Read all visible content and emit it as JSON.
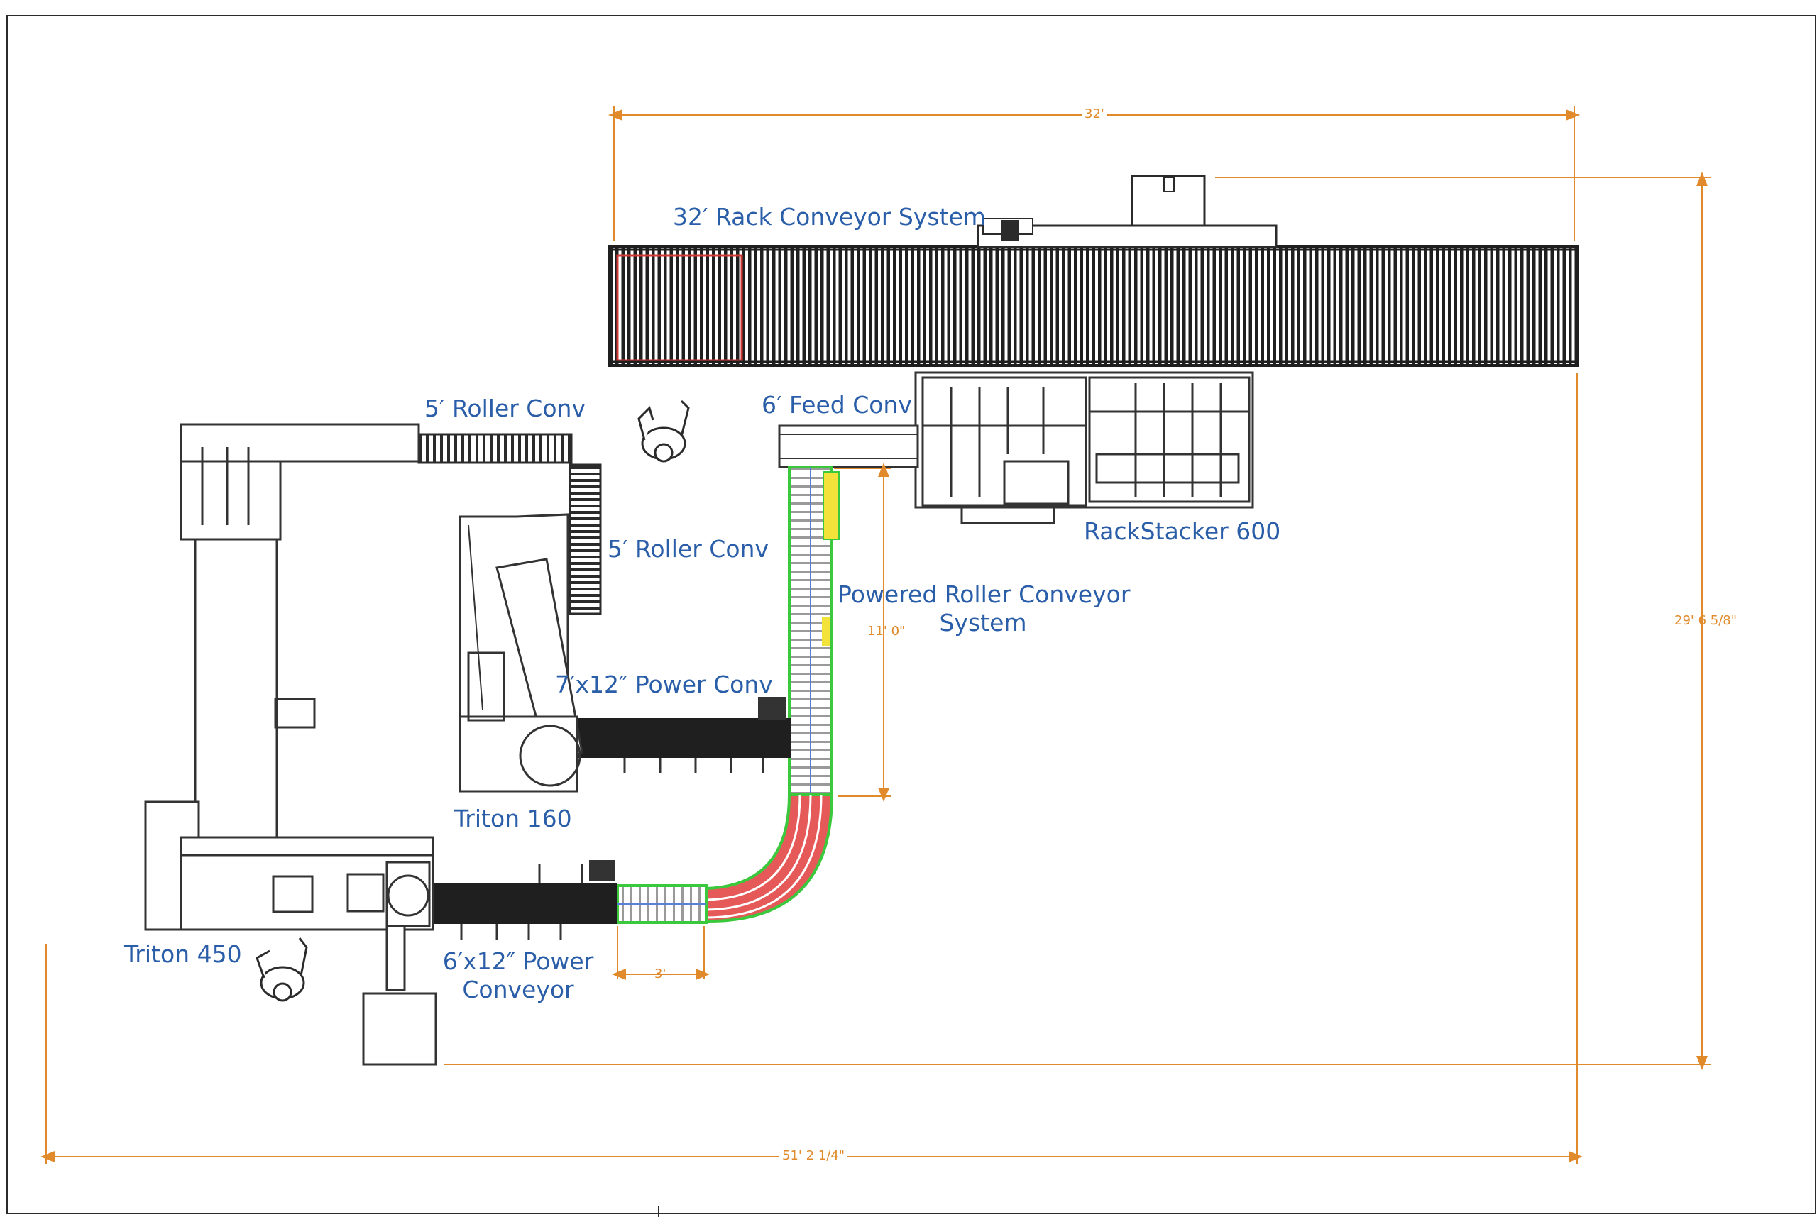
{
  "colors": {
    "label": "#2a5ea8",
    "dimension": "#e08a2c",
    "outline": "#2b2b2b",
    "belt": "#1f1f1f",
    "roller_highlight": "#3cc83c",
    "curve_red": "#e23c3c",
    "frame": "#333333"
  },
  "labels": {
    "rack_conveyor": "32′ Rack Conveyor System",
    "roller_conv_top": "5′ Roller Conv",
    "roller_conv_side": "5′ Roller Conv",
    "feed_conv": "6′ Feed Conv",
    "rackstacker": "RackStacker 600",
    "powered_roller_line1": "Powered Roller Conveyor",
    "powered_roller_line2": "System",
    "power_conv_7": "7′x12″ Power Conv",
    "triton_160": "Triton 160",
    "triton_450": "Triton 450",
    "power_conv_6_line1": "6′x12″ Power",
    "power_conv_6_line2": "Conveyor"
  },
  "dimensions": {
    "top": "32'",
    "right": "29' 6 5/8\"",
    "vertical_run": "11' 0\"",
    "short_run": "3'",
    "bottom": "51' 2 1/4\""
  },
  "icons": {
    "operator_top": "operator-icon",
    "operator_bottom": "operator-icon"
  }
}
